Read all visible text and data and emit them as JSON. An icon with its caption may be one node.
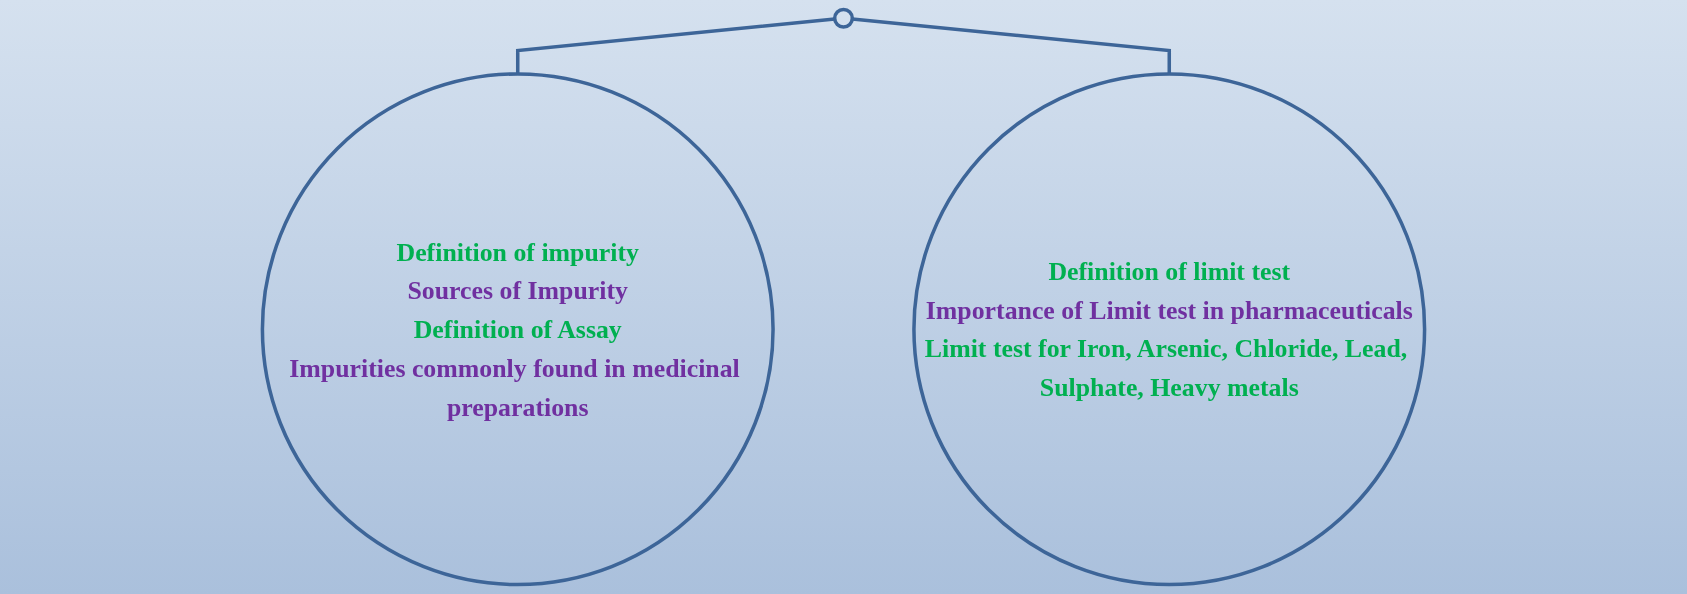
{
  "diagram": {
    "nodes": [
      {
        "text": [],
        "shape": "circle"
      },
      {
        "text": [
          "Definition of impurity",
          "Sources of Impurity",
          "Definition of Assay",
          "Impurities commonly found in medicinal preparations"
        ]
      },
      {
        "text": [
          "Definition of limit test",
          "Importance of Limit test in pharmaceuticals",
          "Limit test for Iron, Arsenic, Chloride, Lead, Sulphate, Heavy metals"
        ]
      }
    ],
    "edges": [
      {
        "from": 0,
        "to": 1,
        "arrow": "none"
      },
      {
        "from": 0,
        "to": 2,
        "arrow": "none"
      }
    ]
  }
}
